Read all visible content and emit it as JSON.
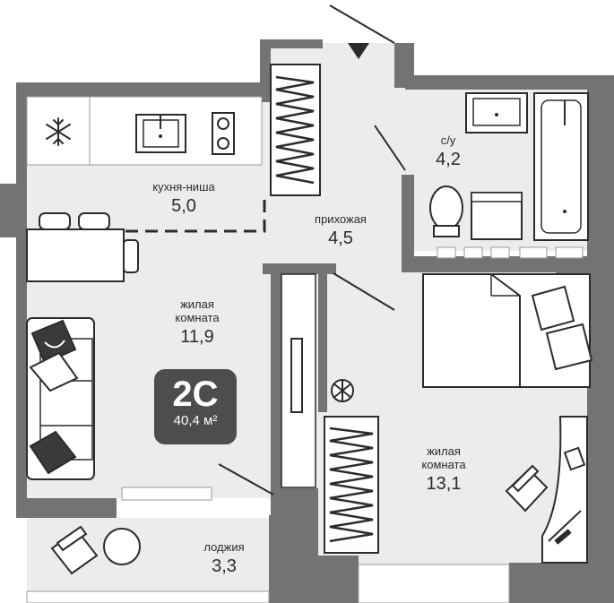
{
  "apartment": {
    "type": "2С",
    "total_area": "40,4 м²"
  },
  "rooms": [
    {
      "id": "kitchen",
      "name": "кухня-ниша",
      "area": "5,0"
    },
    {
      "id": "hall",
      "name": "прихожая",
      "area": "4,5"
    },
    {
      "id": "bathroom",
      "name": "с/у",
      "area": "4,2"
    },
    {
      "id": "living1",
      "name_line1": "жилая",
      "name_line2": "комната",
      "area": "11,9"
    },
    {
      "id": "living2",
      "name_line1": "жилая",
      "name_line2": "комната",
      "area": "13,1"
    },
    {
      "id": "loggia",
      "name": "лоджия",
      "area": "3,3"
    }
  ],
  "colors": {
    "wall": "#737373",
    "floor": "#ececec",
    "furniture": "#ffffff",
    "line": "#2b2b2b",
    "badge": "#4d4d4d"
  },
  "icons": [
    "snowflake-icon",
    "entrance-arrow-icon",
    "plant-icon"
  ]
}
